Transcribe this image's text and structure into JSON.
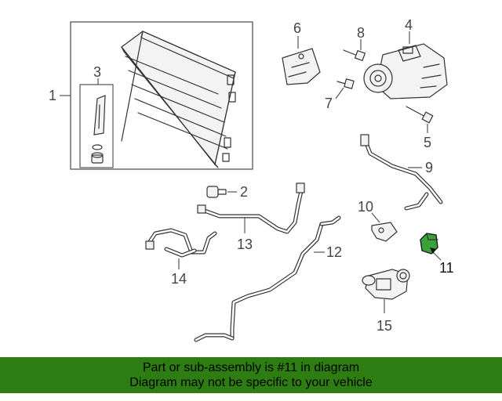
{
  "callouts": {
    "c1": "1",
    "c2": "2",
    "c3": "3",
    "c4": "4",
    "c5": "5",
    "c6": "6",
    "c7": "7",
    "c8": "8",
    "c9": "9",
    "c10": "10",
    "c11": "11",
    "c12": "12",
    "c13": "13",
    "c14": "14",
    "c15": "15"
  },
  "highlight_color": "#3aa23a",
  "banner": {
    "line1": "Part or sub-assembly is #11 in diagram",
    "line2": "Diagram may not be specific to your vehicle",
    "background": "#2e7d12"
  }
}
